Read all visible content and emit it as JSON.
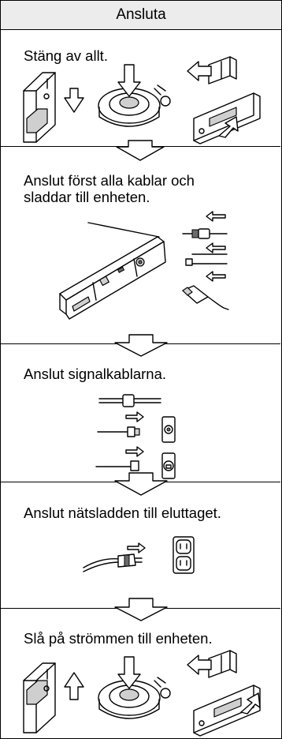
{
  "title": "Ansluta",
  "steps": [
    {
      "text": "Stäng av allt."
    },
    {
      "text": "Anslut först alla kablar och\nsladdar till enheten."
    },
    {
      "text": "Anslut signalkablarna."
    },
    {
      "text": "Anslut nätsladden till eluttaget."
    },
    {
      "text": "Slå på strömmen till enheten."
    }
  ],
  "switch_glyphs": {
    "off": "O",
    "on": "|"
  }
}
